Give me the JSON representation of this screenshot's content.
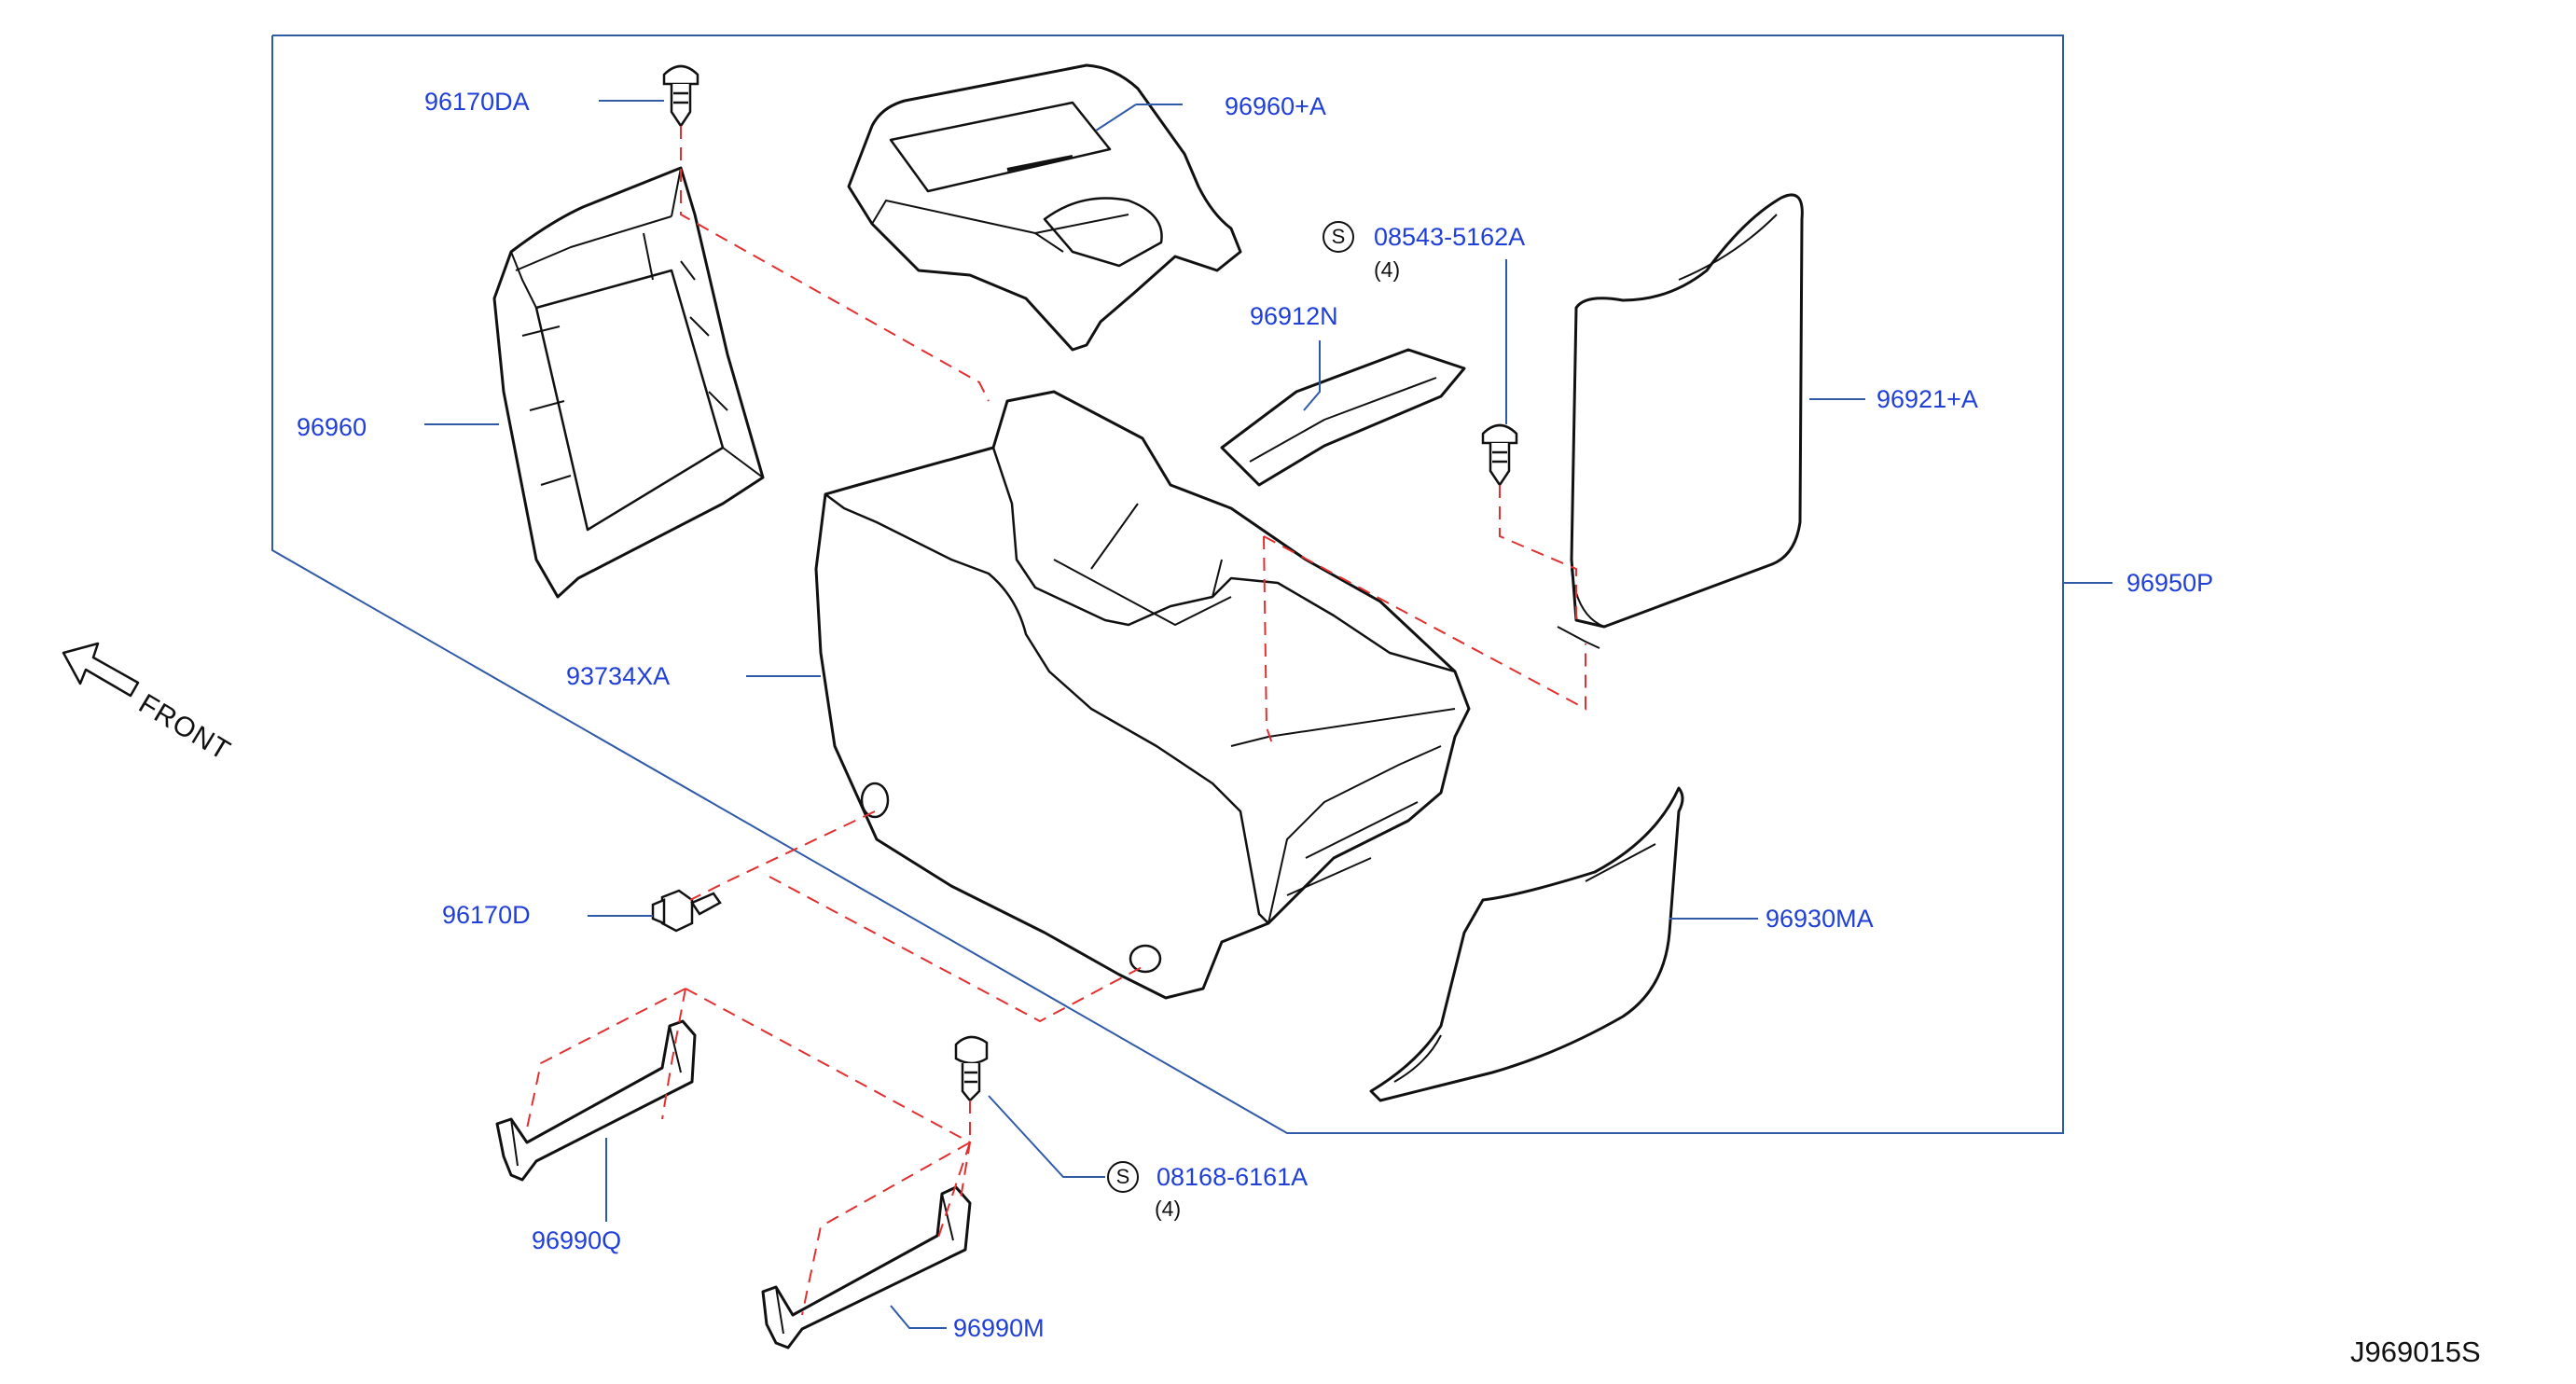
{
  "colors": {
    "label": "#1f3fd8",
    "leader": "#2f5aa8",
    "dashed": "#e23030",
    "outline": "#111111",
    "frame": "#2f5aa8"
  },
  "parts": {
    "p96170DA": "96170DA",
    "p96960A": "96960+A",
    "p96960": "96960",
    "p08543": "08543-5162A",
    "p08543_qty": "(4)",
    "p96912N": "96912N",
    "p96921A": "96921+A",
    "p96950P": "96950P",
    "p93734XA": "93734XA",
    "p96170D": "96170D",
    "p96930MA": "96930MA",
    "p08168": "08168-6161A",
    "p08168_qty": "(4)",
    "p96990Q": "96990Q",
    "p96990M": "96990M"
  },
  "symbols": {
    "s": "S"
  },
  "front_label": "FRONT",
  "diagram_code": "J969015S",
  "icons": {
    "front": "front-arrow-icon",
    "screw": "screw-icon",
    "clip": "clip-icon",
    "bolt": "bolt-icon"
  }
}
